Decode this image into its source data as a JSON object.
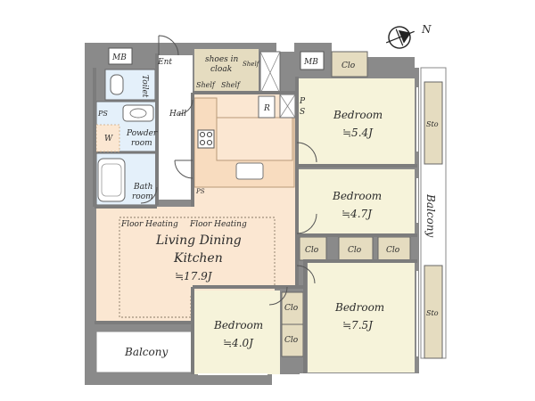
{
  "colors": {
    "bedroom": "#f6f3da",
    "ldk": "#fbe7d2",
    "kitchen": "#f8dcbf",
    "wet": "#e4f0fa",
    "storage": "#e5dcc0",
    "wall": "#7c7c7c",
    "balcony": "#ffffff"
  },
  "compass": {
    "label": "N"
  },
  "labels": {
    "mb_left": "MB",
    "mb_right": "MB",
    "ent": "Ent",
    "shoes_cloak": [
      "shoes in",
      "cloak"
    ],
    "shelf_top": "Shelf",
    "shelf_1": "Shelf",
    "shelf_2": "Shelf",
    "toilet": "Toilet",
    "hall": "Hall",
    "ps_left": "PS",
    "ps_right": [
      "P",
      "S"
    ],
    "ps_bottom": "PS",
    "r": "R",
    "washer": "W",
    "powder_room": [
      "Powder",
      "room"
    ],
    "bath_room": [
      "Bath",
      "room"
    ],
    "floor_heating_1": "Floor Heating",
    "floor_heating_2": "Floor Heating",
    "ldk": [
      "Living Dining",
      "Kitchen"
    ],
    "ldk_size": "≒17.9J",
    "bedroom_1": "Bedroom",
    "bedroom_1_size": "≒5.4J",
    "bedroom_2": "Bedroom",
    "bedroom_2_size": "≒4.7J",
    "bedroom_3": "Bedroom",
    "bedroom_3_size": "≒7.5J",
    "bedroom_4": "Bedroom",
    "bedroom_4_size": "≒4.0J",
    "clo_top": "Clo",
    "clo_mid_1": "Clo",
    "clo_mid_2": "Clo",
    "clo_mid_3": "Clo",
    "clo_low_1": "Clo",
    "clo_low_2": "Clo",
    "sto_top": "Sto",
    "sto_bottom": "Sto",
    "balcony_left": "Balcony",
    "balcony_right": "Balcony"
  }
}
